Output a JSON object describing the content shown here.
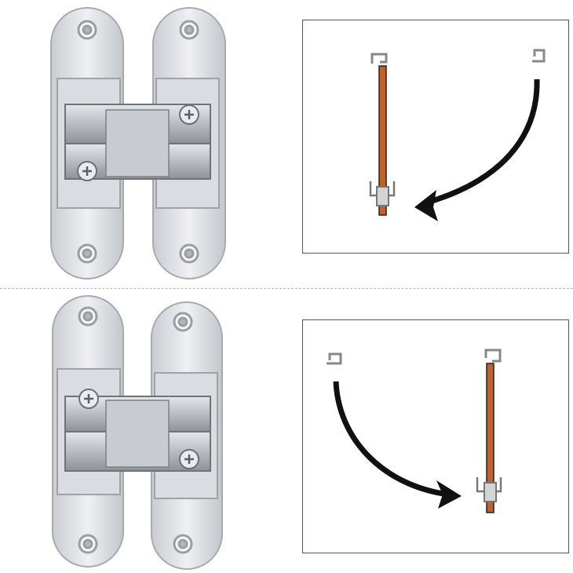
{
  "figure": {
    "panels": [
      {
        "hinge_view": "open",
        "swing": "closing-leftward"
      },
      {
        "hinge_view": "open-mirrored",
        "swing": "closing-rightward"
      }
    ],
    "colors": {
      "door_leaf": "#c0612a",
      "arrow": "#111111",
      "frame": "#888888",
      "hinge_metal": "#d7dadf",
      "divider": "#b5b5b5"
    },
    "icons": [
      "hinge-photo",
      "door-swing-arrow",
      "door-frame-bracket"
    ]
  }
}
